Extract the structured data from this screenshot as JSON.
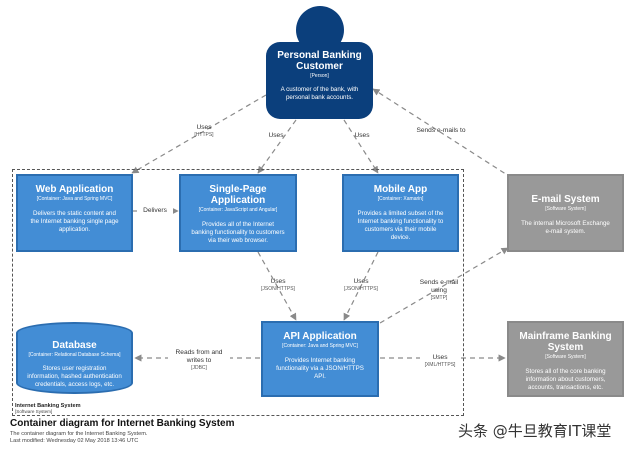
{
  "customer": {
    "name": "Personal Banking Customer",
    "kind": "[Person]",
    "description": "A customer of the bank, with personal bank accounts."
  },
  "containers": {
    "web_app": {
      "name": "Web Application",
      "kind": "[Container: Java and Spring MVC]",
      "description": "Delivers the static content and the Internet banking single page application."
    },
    "spa": {
      "name": "Single-Page Application",
      "kind": "[Container: JavaScript and Angular]",
      "description": "Provides all of the Internet banking functionality to customers via their web browser."
    },
    "mobile": {
      "name": "Mobile App",
      "kind": "[Container: Xamarin]",
      "description": "Provides a limited subset of the Internet banking functionality to customers via their mobile device."
    },
    "api": {
      "name": "API Application",
      "kind": "[Container: Java and Spring MVC]",
      "description": "Provides Internet banking functionality via a JSON/HTTPS API."
    },
    "database": {
      "name": "Database",
      "kind": "[Container: Relational Database Schema]",
      "description": "Stores user registration information, hashed authentication credentials, access logs, etc."
    }
  },
  "systems": {
    "email": {
      "name": "E-mail System",
      "kind": "[Software System]",
      "description": "The internal Microsoft Exchange e-mail system."
    },
    "mainframe": {
      "name": "Mainframe Banking System",
      "kind": "[Software System]",
      "description": "Stores all of the core banking information about customers, accounts, transactions, etc."
    }
  },
  "boundary": {
    "name": "Internet Banking System",
    "kind": "[Software System]"
  },
  "relationships": {
    "cust_web": {
      "label": "Uses",
      "tech": "[HTTPS]"
    },
    "cust_spa": {
      "label": "Uses",
      "tech": ""
    },
    "cust_mobile": {
      "label": "Uses",
      "tech": ""
    },
    "email_cust": {
      "label": "Sends e-mails to",
      "tech": ""
    },
    "web_spa": {
      "label": "Delivers",
      "tech": ""
    },
    "spa_api": {
      "label": "Uses",
      "tech": "[JSON/HTTPS]"
    },
    "mobile_api": {
      "label": "Uses",
      "tech": "[JSON/HTTPS]"
    },
    "api_email": {
      "label": "Sends e-mail using",
      "tech": "[SMTP]"
    },
    "api_db": {
      "label": "Reads from and writes to",
      "tech": "[JDBC]"
    },
    "api_mainframe": {
      "label": "Uses",
      "tech": "[XML/HTTPS]"
    }
  },
  "diagram": {
    "title": "Container diagram for Internet Banking System",
    "subtitle": "The container diagram for the Internet Banking System.",
    "modified": "Last modified: Wednesday 02 May 2018 13:46 UTC"
  },
  "watermark": "头条 @牛旦教育IT课堂",
  "colors": {
    "person": "#0b3f7c",
    "container": "#438dd5",
    "external_system": "#999999",
    "arrow": "#8a8a8a"
  }
}
